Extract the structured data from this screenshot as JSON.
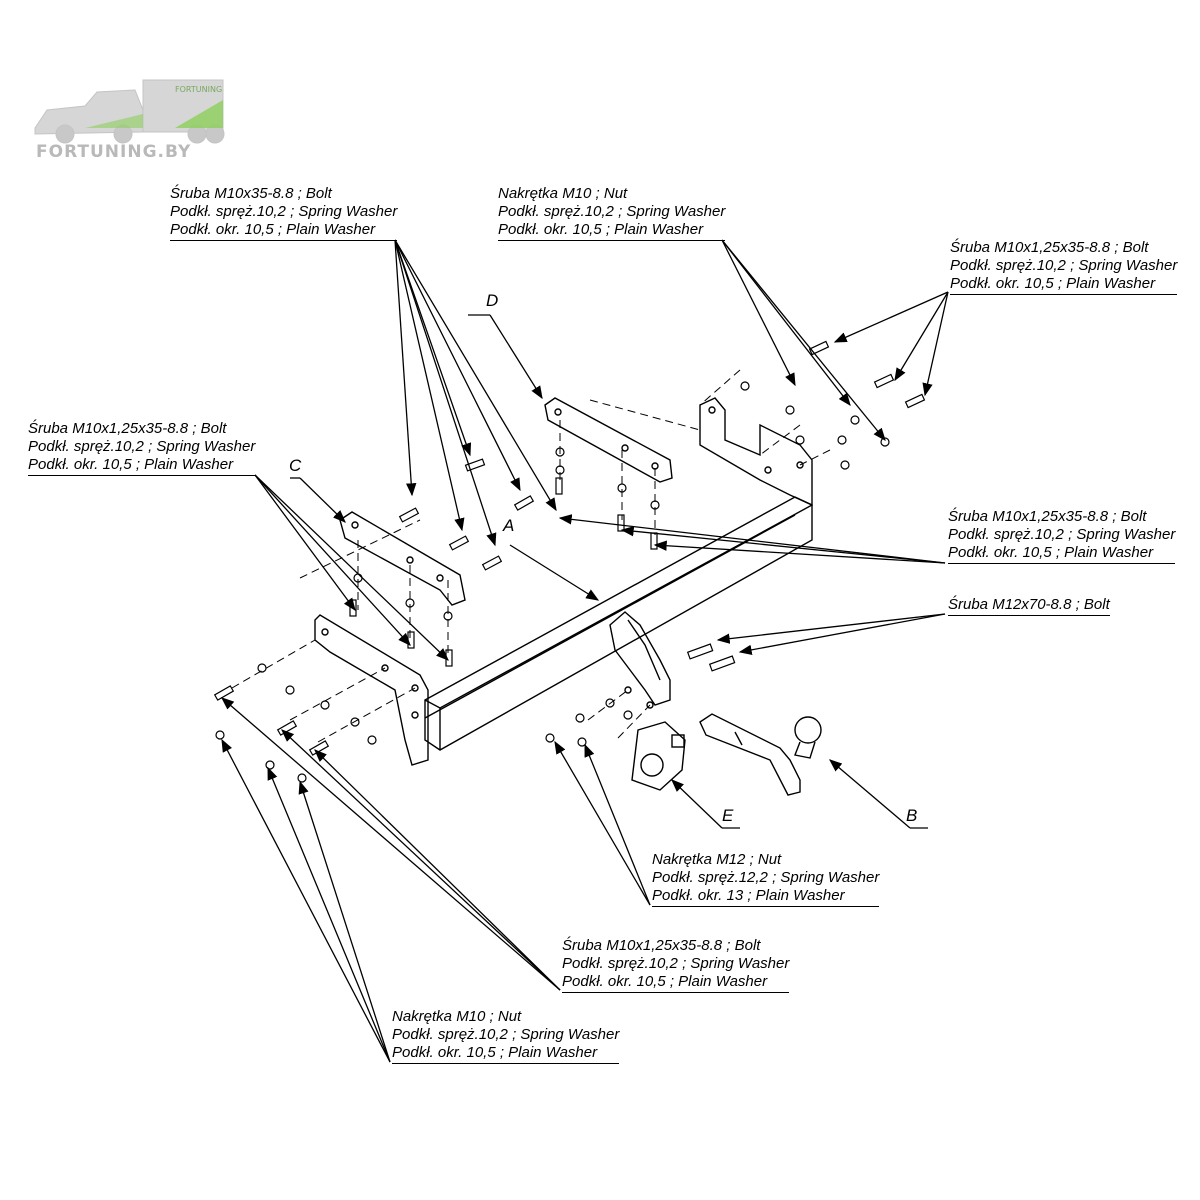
{
  "brand": {
    "logo_text": "FORTUNING.BY",
    "trailer_text": "FORTUNING",
    "logo_color": "#b9b9b9",
    "accent_color": "#8ccf5a"
  },
  "labels": {
    "bolt_m10x35_top": {
      "line1": "Śruba M10x35-8.8 ;  Bolt",
      "line2": "Podkł. spręż.10,2 ; Spring Washer",
      "line3": "Podkł. okr. 10,5 ; Plain Washer"
    },
    "nut_m10_top": {
      "line1": "Nakrętka  M10 ; Nut",
      "line2": "Podkł. spręż.10,2 ; Spring Washer",
      "line3": "Podkł. okr. 10,5 ; Plain Washer"
    },
    "bolt_m10x125_top_right": {
      "line1": "Śruba M10x1,25x35-8.8 ;  Bolt",
      "line2": "Podkł. spręż.10,2 ; Spring Washer",
      "line3": "Podkł. okr. 10,5 ; Plain Washer"
    },
    "bolt_m10x125_left": {
      "line1": "Śruba M10x1,25x35-8.8 ;  Bolt",
      "line2": "Podkł. spręż.10,2 ; Spring Washer",
      "line3": "Podkł. okr. 10,5 ; Plain Washer"
    },
    "bolt_m10x125_right": {
      "line1": "Śruba M10x1,25x35-8.8 ;  Bolt",
      "line2": "Podkł. spręż.10,2 ; Spring Washer",
      "line3": "Podkł. okr. 10,5 ; Plain Washer"
    },
    "bolt_m12x70": {
      "line1": "Śruba M12x70-8.8 ;  Bolt"
    },
    "nut_m12": {
      "line1": "Nakrętka  M12 ; Nut",
      "line2": "Podkł. spręż.12,2 ; Spring Washer",
      "line3": "Podkł. okr. 13 ; Plain Washer"
    },
    "bolt_m10x125_bottom": {
      "line1": "Śruba M10x1,25x35-8.8 ;  Bolt",
      "line2": "Podkł. spręż.10,2 ; Spring Washer",
      "line3": "Podkł. okr. 10,5 ; Plain Washer"
    },
    "nut_m10_bottom": {
      "line1": "Nakrętka  M10 ; Nut",
      "line2": "Podkł. spręż.10,2 ; Spring Washer",
      "line3": "Podkł. okr. 10,5 ; Plain Washer"
    }
  },
  "parts": {
    "A": "A",
    "B": "B",
    "C": "C",
    "D": "D",
    "E": "E"
  }
}
